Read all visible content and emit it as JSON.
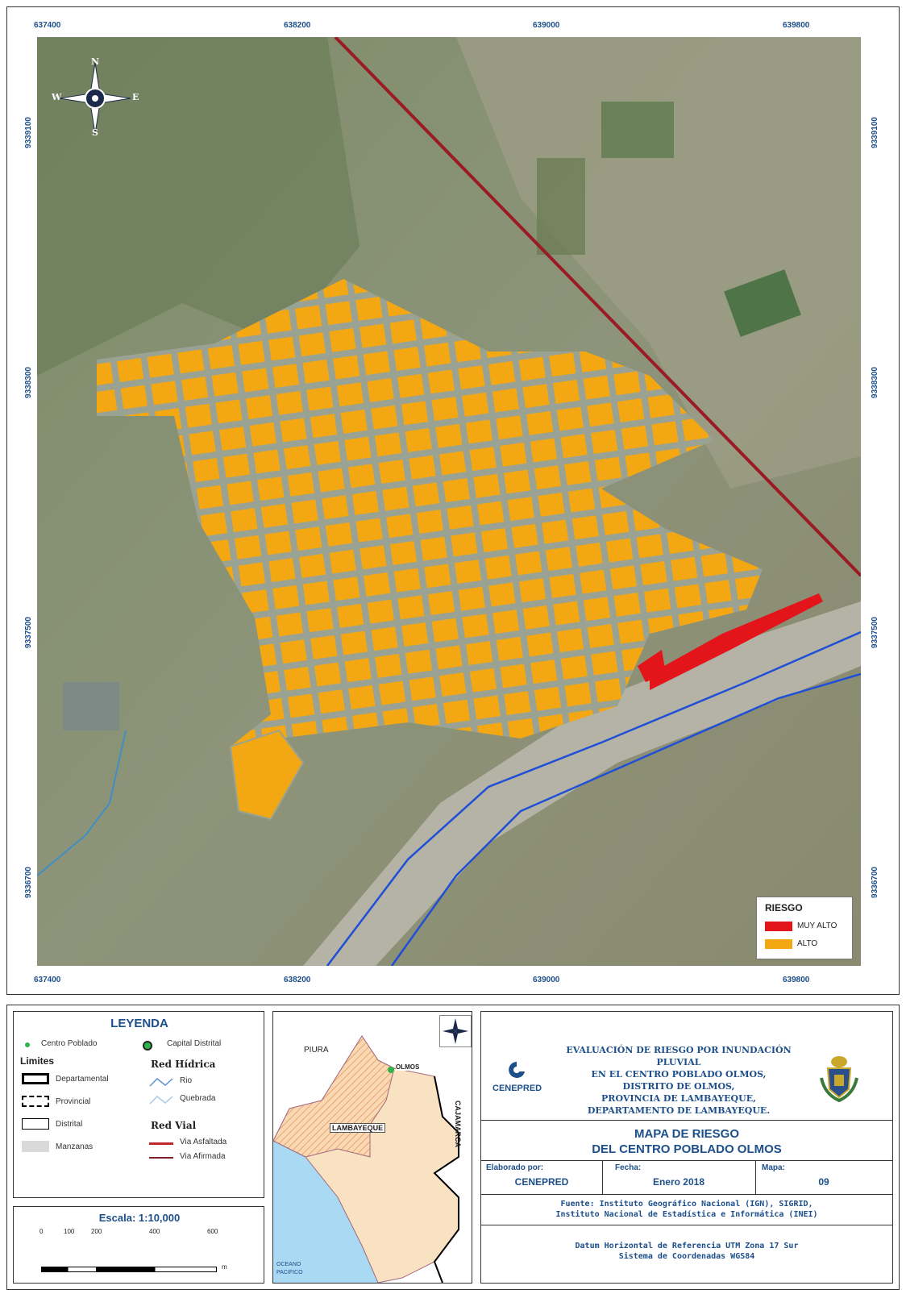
{
  "map": {
    "x_ticks_top": [
      "637400",
      "638200",
      "639000",
      "639800"
    ],
    "x_ticks_bottom": [
      "637400",
      "638200",
      "639000",
      "639800"
    ],
    "y_ticks": [
      "9339100",
      "9338300",
      "9337500",
      "9336700"
    ],
    "compass": {
      "n": "N",
      "s": "S",
      "e": "E",
      "w": "W"
    },
    "risk_legend": {
      "title": "RIESGO",
      "items": [
        {
          "label": "MUY ALTO",
          "color": "#e4141b"
        },
        {
          "label": "ALTO",
          "color": "#f3a712"
        }
      ]
    }
  },
  "legend": {
    "title": "LEYENDA",
    "centro_poblado": "Centro Poblado",
    "capital_distrital": "Capital Distrital",
    "limites_title": "Limites",
    "departamental": "Departamental",
    "provincial": "Provincial",
    "distrital": "Distrital",
    "manzanas": "Manzanas",
    "red_hidrica_title": "Red Hídrica",
    "rio": "Rio",
    "quebrada": "Quebrada",
    "red_vial_title": "Red Vial",
    "via_asfaltada": "Via Asfaltada",
    "via_afirmada": "Via Afirmada",
    "colors": {
      "asfaltada": "#c0282d",
      "afirmada": "#7a1f2b",
      "rio": "#5d8fd4",
      "quebrada": "#a9c8ea"
    }
  },
  "scale": {
    "title": "Escala: 1:10,000",
    "ticks": [
      "0",
      "100",
      "200",
      "400",
      "600"
    ],
    "unit": "m"
  },
  "inset": {
    "labels": {
      "piura": "PIURA",
      "olmos": "OLMOS",
      "lambayeque": "LAMBAYEQUE",
      "cajamarca": "CAJAMARCA",
      "oceano": "OCEANO",
      "pacifico": "PACIFICO"
    }
  },
  "title_block": {
    "org": "CENEPRED",
    "description": [
      "EVALUACIÓN DE RIESGO POR INUNDACIÓN PLUVIAL",
      "EN EL CENTRO POBLADO OLMOS,",
      "DISTRITO DE OLMOS,",
      "PROVINCIA DE LAMBAYEQUE,",
      "DEPARTAMENTO DE LAMBAYEQUE."
    ],
    "map_title": [
      "MAPA DE RIESGO",
      "DEL CENTRO POBLADO OLMOS"
    ],
    "elaborado_label": "Elaborado por:",
    "elaborado_value": "CENEPRED",
    "fecha_label": "Fecha:",
    "fecha_value": "Enero 2018",
    "mapa_label": "Mapa:",
    "mapa_value": "09",
    "fuente": [
      "Fuente: Instituto Geográfico Nacional (IGN), SIGRID,",
      "Instituto Nacional de Estadística e Informática (INEI)"
    ],
    "datum": [
      "Datum Horizontal de Referencia UTM Zona 17 Sur",
      "Sistema de Coordenadas WGS84"
    ]
  }
}
